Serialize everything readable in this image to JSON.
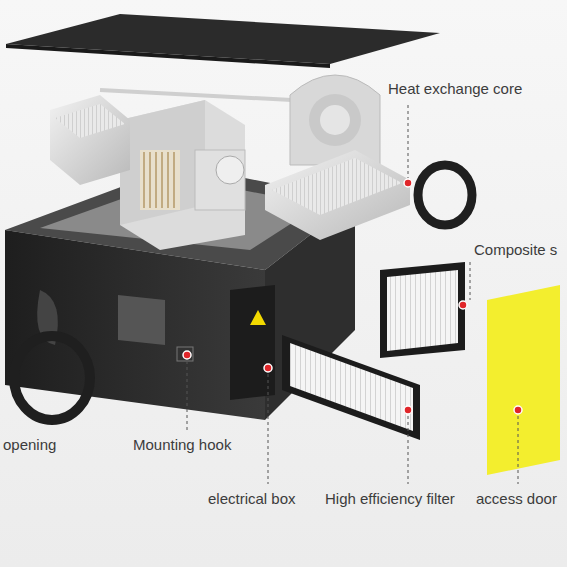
{
  "diagram": {
    "labels": [
      "Heat exchange core",
      "Composite s",
      "opening",
      "Mounting hook",
      "electrical box",
      "High efficiency filter",
      "access door"
    ]
  }
}
